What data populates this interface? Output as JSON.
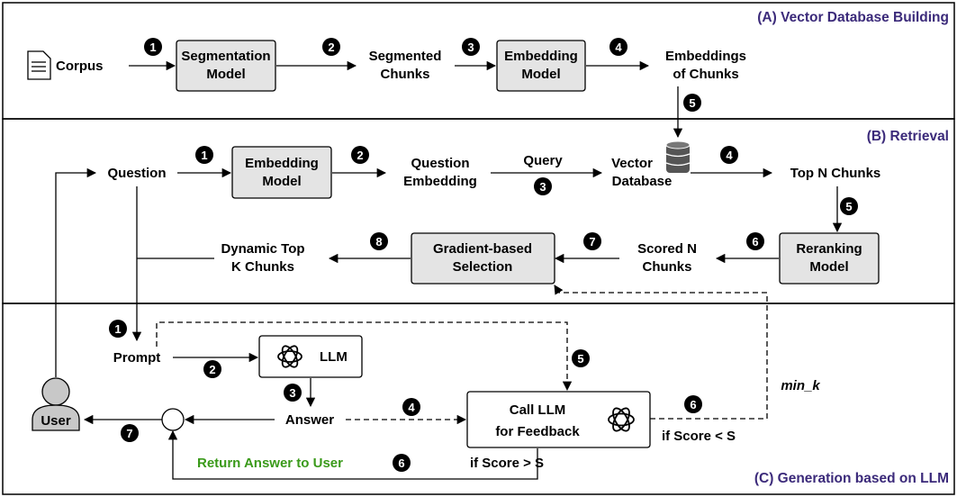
{
  "sections": {
    "a": "(A) Vector Database Building",
    "b": "(B) Retrieval",
    "c": "(C) Generation based on LLM"
  },
  "part_a": {
    "corpus": "Corpus",
    "seg_model": [
      "Segmentation",
      "Model"
    ],
    "seg_chunks": [
      "Segmented",
      "Chunks"
    ],
    "emb_model": [
      "Embedding",
      "Model"
    ],
    "emb_chunks": [
      "Embeddings",
      "of Chunks"
    ],
    "steps": [
      "1",
      "2",
      "3",
      "4",
      "5"
    ]
  },
  "part_b": {
    "question": "Question",
    "emb_model": [
      "Embedding",
      "Model"
    ],
    "q_embedding": [
      "Question",
      "Embedding"
    ],
    "query": "Query",
    "vector_db": [
      "Vector",
      "Database"
    ],
    "top_n": "Top N Chunks",
    "rerank": [
      "Reranking",
      "Model"
    ],
    "scored": [
      "Scored N",
      "Chunks"
    ],
    "gradient": [
      "Gradient-based",
      "Selection"
    ],
    "dynamic": [
      "Dynamic Top",
      "K Chunks"
    ],
    "steps": [
      "1",
      "2",
      "3",
      "4",
      "5",
      "6",
      "7",
      "8"
    ]
  },
  "part_c": {
    "user": "User",
    "prompt": "Prompt",
    "llm": "LLM",
    "answer": "Answer",
    "feedback": [
      "Call LLM",
      "for Feedback"
    ],
    "return": "Return Answer to User",
    "score_gt": "if Score > S",
    "score_lt": "if Score < S",
    "min_k": "min_k",
    "return_color": "#3a9a1a",
    "steps": [
      "1",
      "2",
      "3",
      "4",
      "5",
      "6",
      "6",
      "7"
    ]
  },
  "colors": {
    "box_fill": "#e4e4e4",
    "section_title": "#3b2a7a"
  }
}
